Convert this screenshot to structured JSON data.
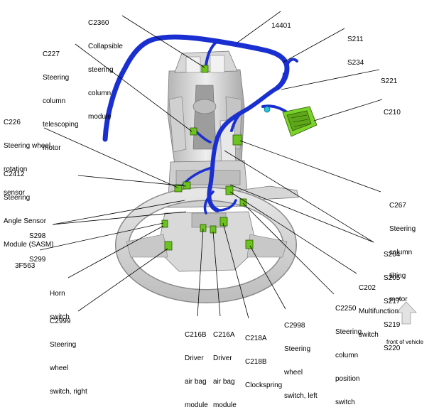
{
  "labels": {
    "c2360": [
      "C2360",
      "Collapsible",
      "steering",
      "column",
      "module"
    ],
    "n14401": [
      "14401"
    ],
    "s211": [
      "S211",
      "S234"
    ],
    "c227": [
      "C227",
      "Steering",
      "column",
      "telescoping",
      "motor"
    ],
    "s221": [
      "S221"
    ],
    "c210": [
      "C210"
    ],
    "c226": [
      "C226",
      "Steering wheel",
      "rotation",
      "sensor"
    ],
    "c2412": [
      "C2412",
      "Steering",
      "Angle Sensor",
      "Module (SASM)"
    ],
    "c267": [
      "C267",
      "Steering",
      "column",
      "tilting",
      "motor"
    ],
    "s298": [
      "S298",
      "S299"
    ],
    "s204": [
      "S204",
      "S205",
      "S217",
      "S219",
      "S220"
    ],
    "n3f563": [
      "3F563"
    ],
    "c202": [
      "C202",
      "Multifunction",
      "switch"
    ],
    "horn": [
      "Horn",
      "switch"
    ],
    "c2250": [
      "C2250",
      "Steering",
      "column",
      "position",
      "switch"
    ],
    "c2999": [
      "C2999",
      "Steering",
      "wheel",
      "switch, right"
    ],
    "c2998": [
      "C2998",
      "Steering",
      "wheel",
      "switch, left"
    ],
    "c216b": [
      "C216B",
      "Driver",
      "air bag",
      "module"
    ],
    "c216a": [
      "C216A",
      "Driver",
      "air bag",
      "module"
    ],
    "c218a": [
      "C218A",
      "C218B",
      "Clockspring"
    ]
  },
  "orientation": {
    "label": "front of vehicle",
    "icon": "up-arrow-icon"
  },
  "colors": {
    "harness": "#1a2fd0",
    "connector": "#6cc21e",
    "leader": "#000000",
    "column": "#c9c9c9"
  }
}
